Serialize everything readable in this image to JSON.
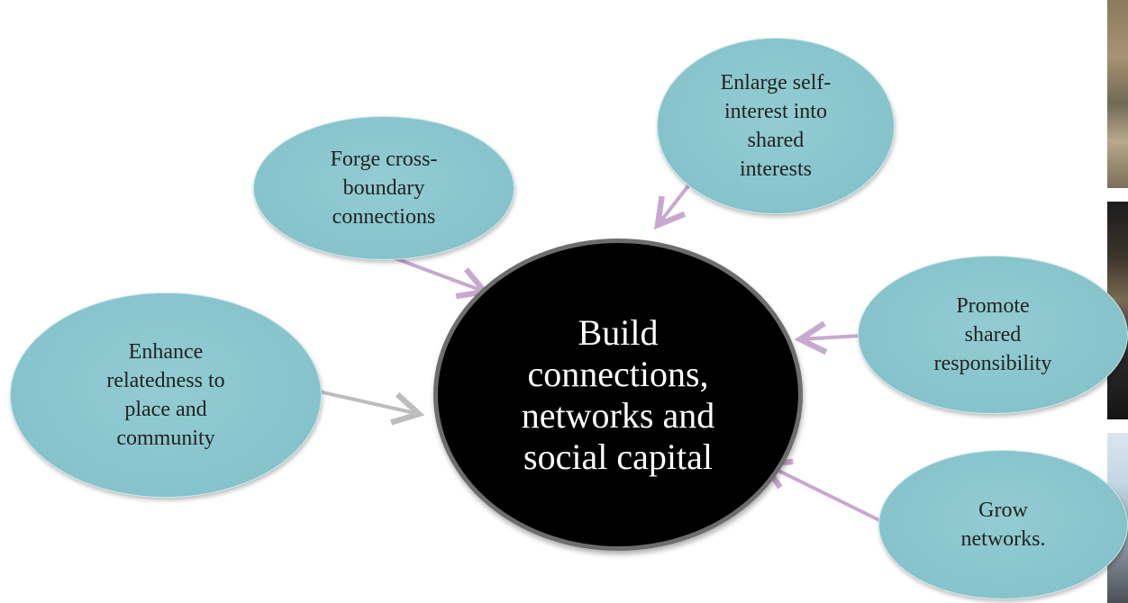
{
  "diagram": {
    "center": {
      "label": "Build\nconnections,\nnetworks and\nsocial capital"
    },
    "nodes": {
      "forge": {
        "label": "Forge cross-\nboundary\nconnections"
      },
      "enlarge": {
        "label": "Enlarge self-\ninterest into\nshared\ninterests"
      },
      "enhance": {
        "label": "Enhance\nrelatedness to\nplace and\ncommunity"
      },
      "promote": {
        "label": "Promote\nshared\nresponsibility"
      },
      "grow": {
        "label": "Grow\nnetworks."
      }
    }
  },
  "colors": {
    "node_fill": "#86c3cb",
    "center_fill": "#000000",
    "center_border": "#6d6d6d",
    "arrow_purple": "#c8a8cf",
    "arrow_gray": "#bdbdbd"
  },
  "photos": [
    "cliff-photo",
    "tree-photo",
    "sky-photo"
  ]
}
